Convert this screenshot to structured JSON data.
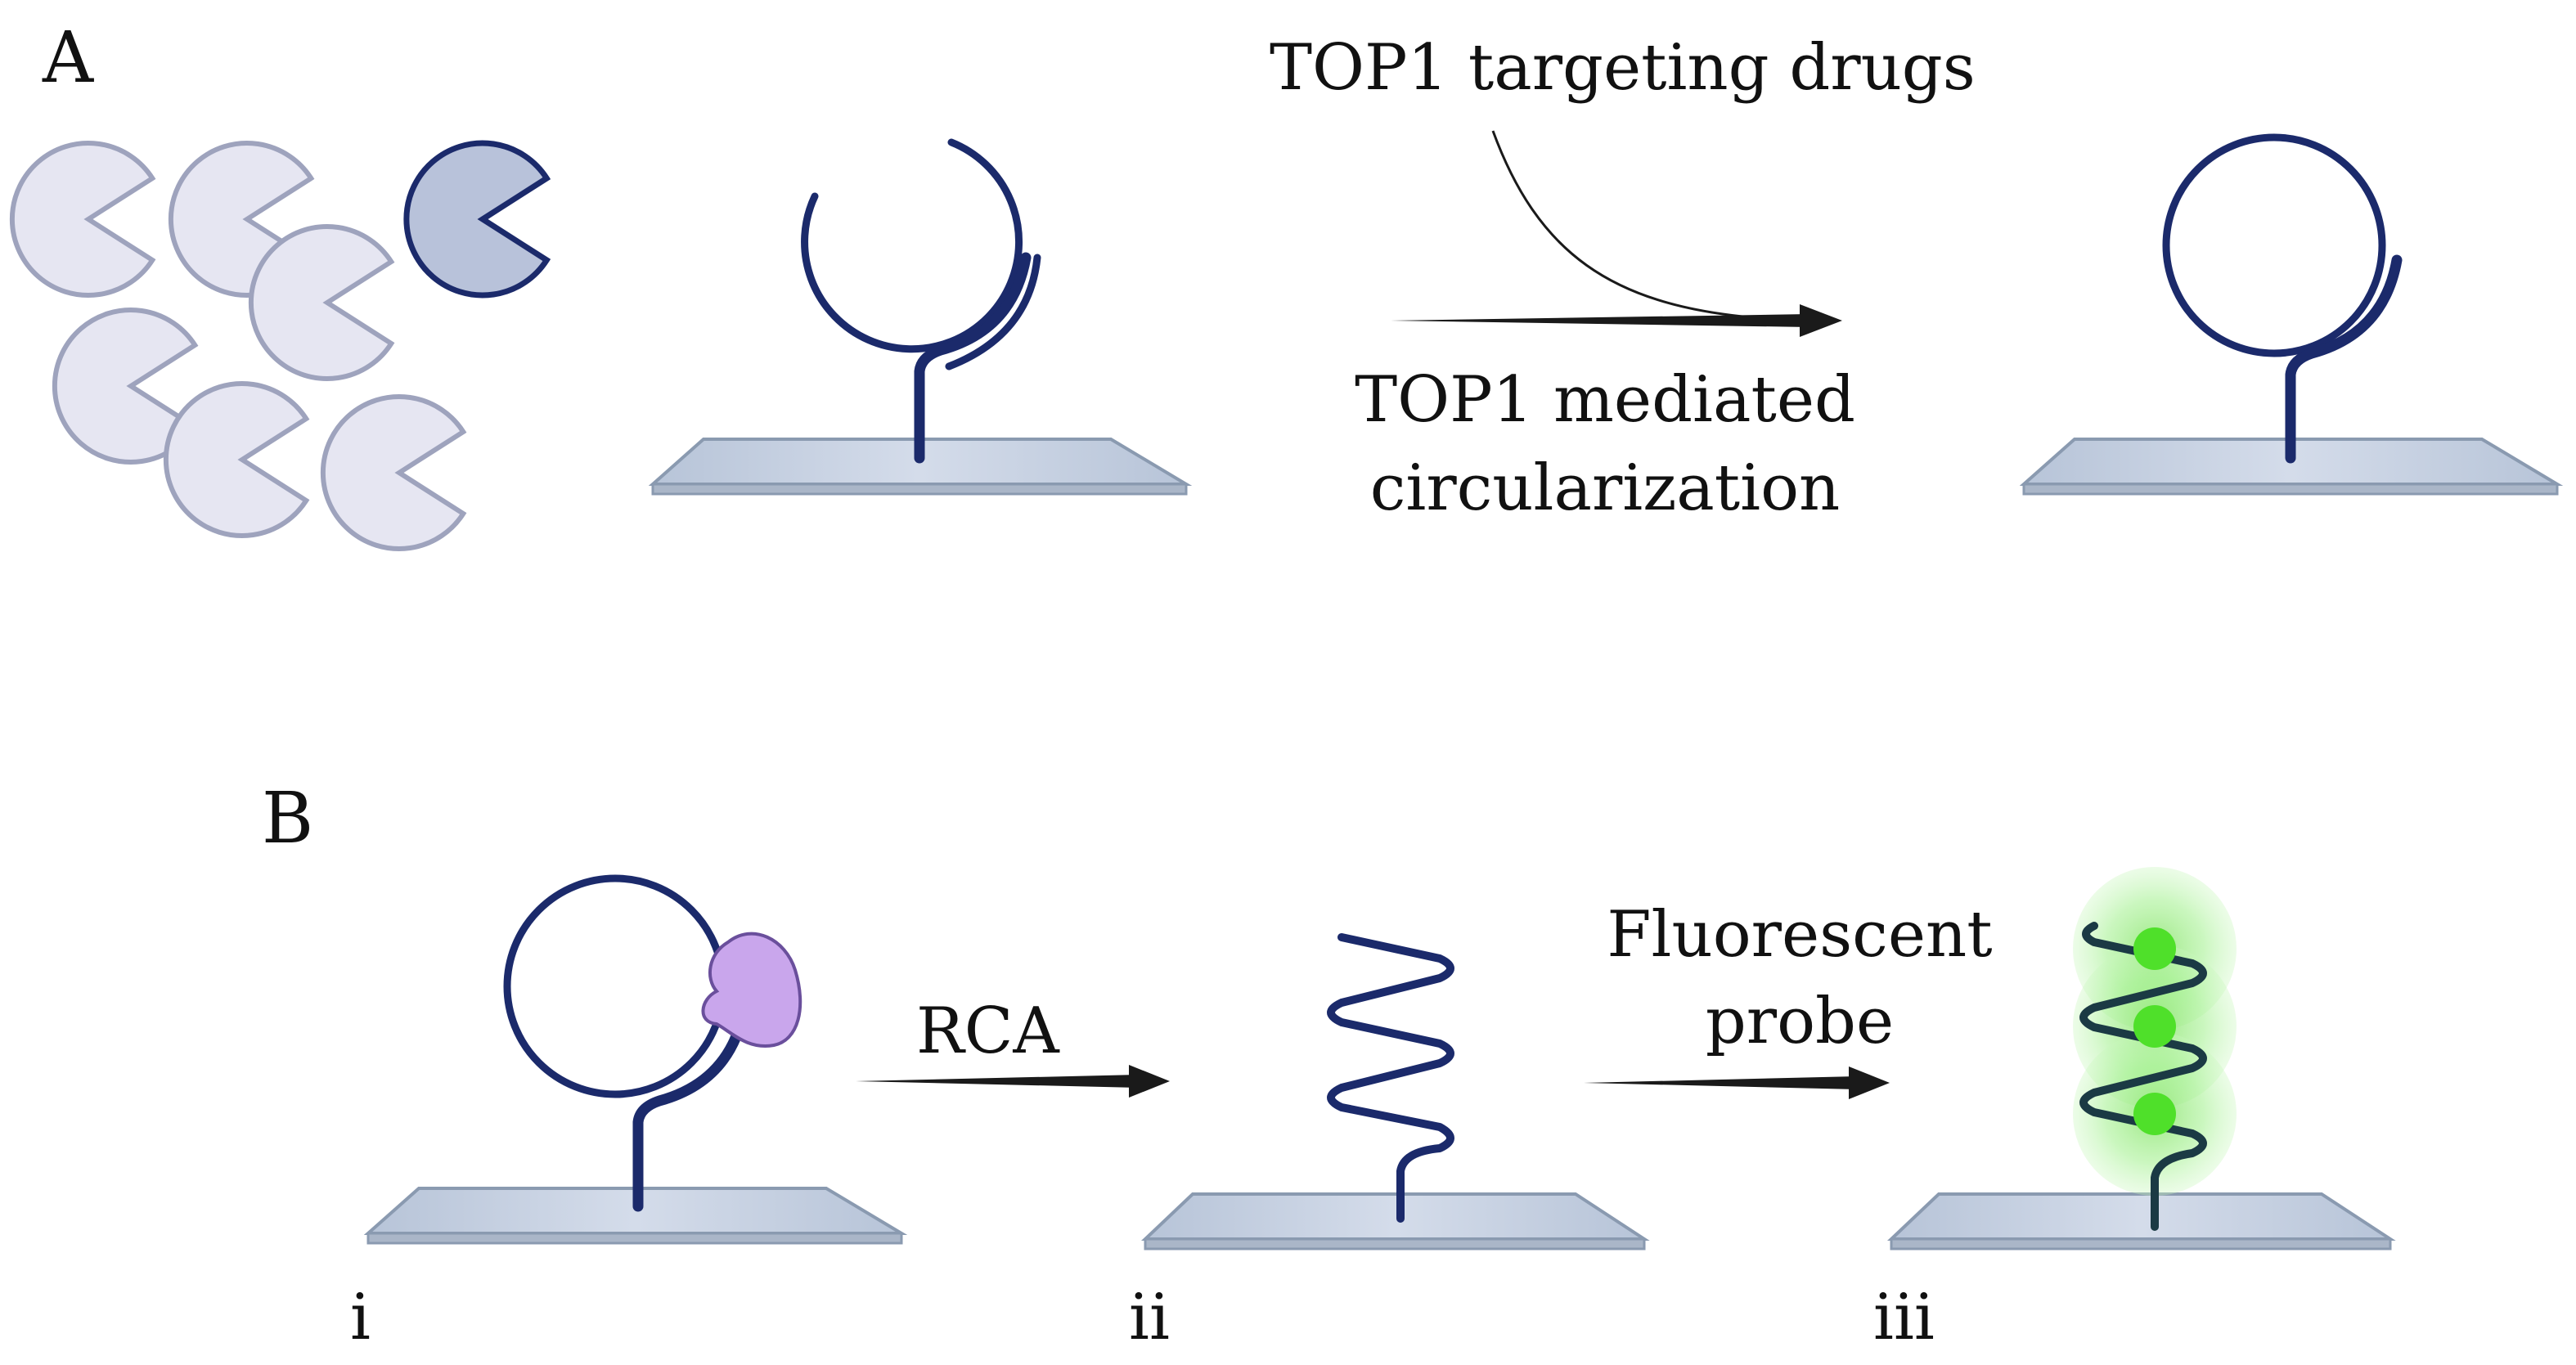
{
  "panels": {
    "a": {
      "label": "A",
      "top_text": "TOP1 targeting drugs",
      "bottom_text_line1": "TOP1 mediated",
      "bottom_text_line2": "circularization"
    },
    "b": {
      "label": "B",
      "rca_text": "RCA",
      "probe_line1": "Fluorescent",
      "probe_line2": "probe",
      "steps": [
        "i",
        "ii",
        "iii"
      ]
    }
  },
  "colors": {
    "dna": "#1b2a6b",
    "slide_top": "#c8d3e2",
    "slide_edge": "#8a9ab0",
    "enzyme_fill": "#e6e6f2",
    "enzyme_edge": "#9ea3bd",
    "enzyme_active_fill": "#b8c2da",
    "enzyme_active_edge": "#1b2a6b",
    "bound_protein": "#c9a6ec",
    "fluor_glow": "#8ee67a",
    "fluor_core": "#4fe02a",
    "arrow": "#1a1a1a"
  }
}
